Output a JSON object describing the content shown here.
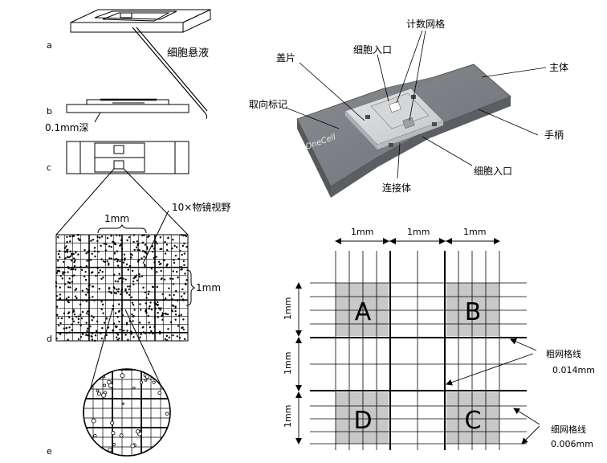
{
  "left_panel": {
    "labels": {
      "a": "a",
      "b": "b",
      "c": "c",
      "d": "d",
      "e": "e"
    },
    "cell_suspension": "细胞悬液",
    "depth": "0.1mm深",
    "objective_field": "10×物镜视野",
    "one_mm_top": "1mm",
    "one_mm_side": "1mm"
  },
  "device": {
    "brand": "OneCell",
    "callouts": {
      "cover_slip": "盖片",
      "counting_grid": "计数网格",
      "cell_inlet_top": "细胞入口",
      "main_body": "主体",
      "orientation_mark": "取向标记",
      "handle": "手柄",
      "cell_inlet_bottom": "细胞入口",
      "connector": "连接体"
    }
  },
  "grid_diagram": {
    "top_dims": [
      "1mm",
      "1mm",
      "1mm"
    ],
    "side_dims": [
      "1mm",
      "1mm",
      "1mm"
    ],
    "squares": [
      "A",
      "B",
      "D",
      "C"
    ],
    "coarse_line": {
      "label": "粗网格线",
      "value": "0.014mm"
    },
    "fine_line": {
      "label": "细网格线",
      "value": "0.006mm"
    },
    "colors": {
      "shade": "#c8c8c8",
      "line": "#000000"
    }
  }
}
